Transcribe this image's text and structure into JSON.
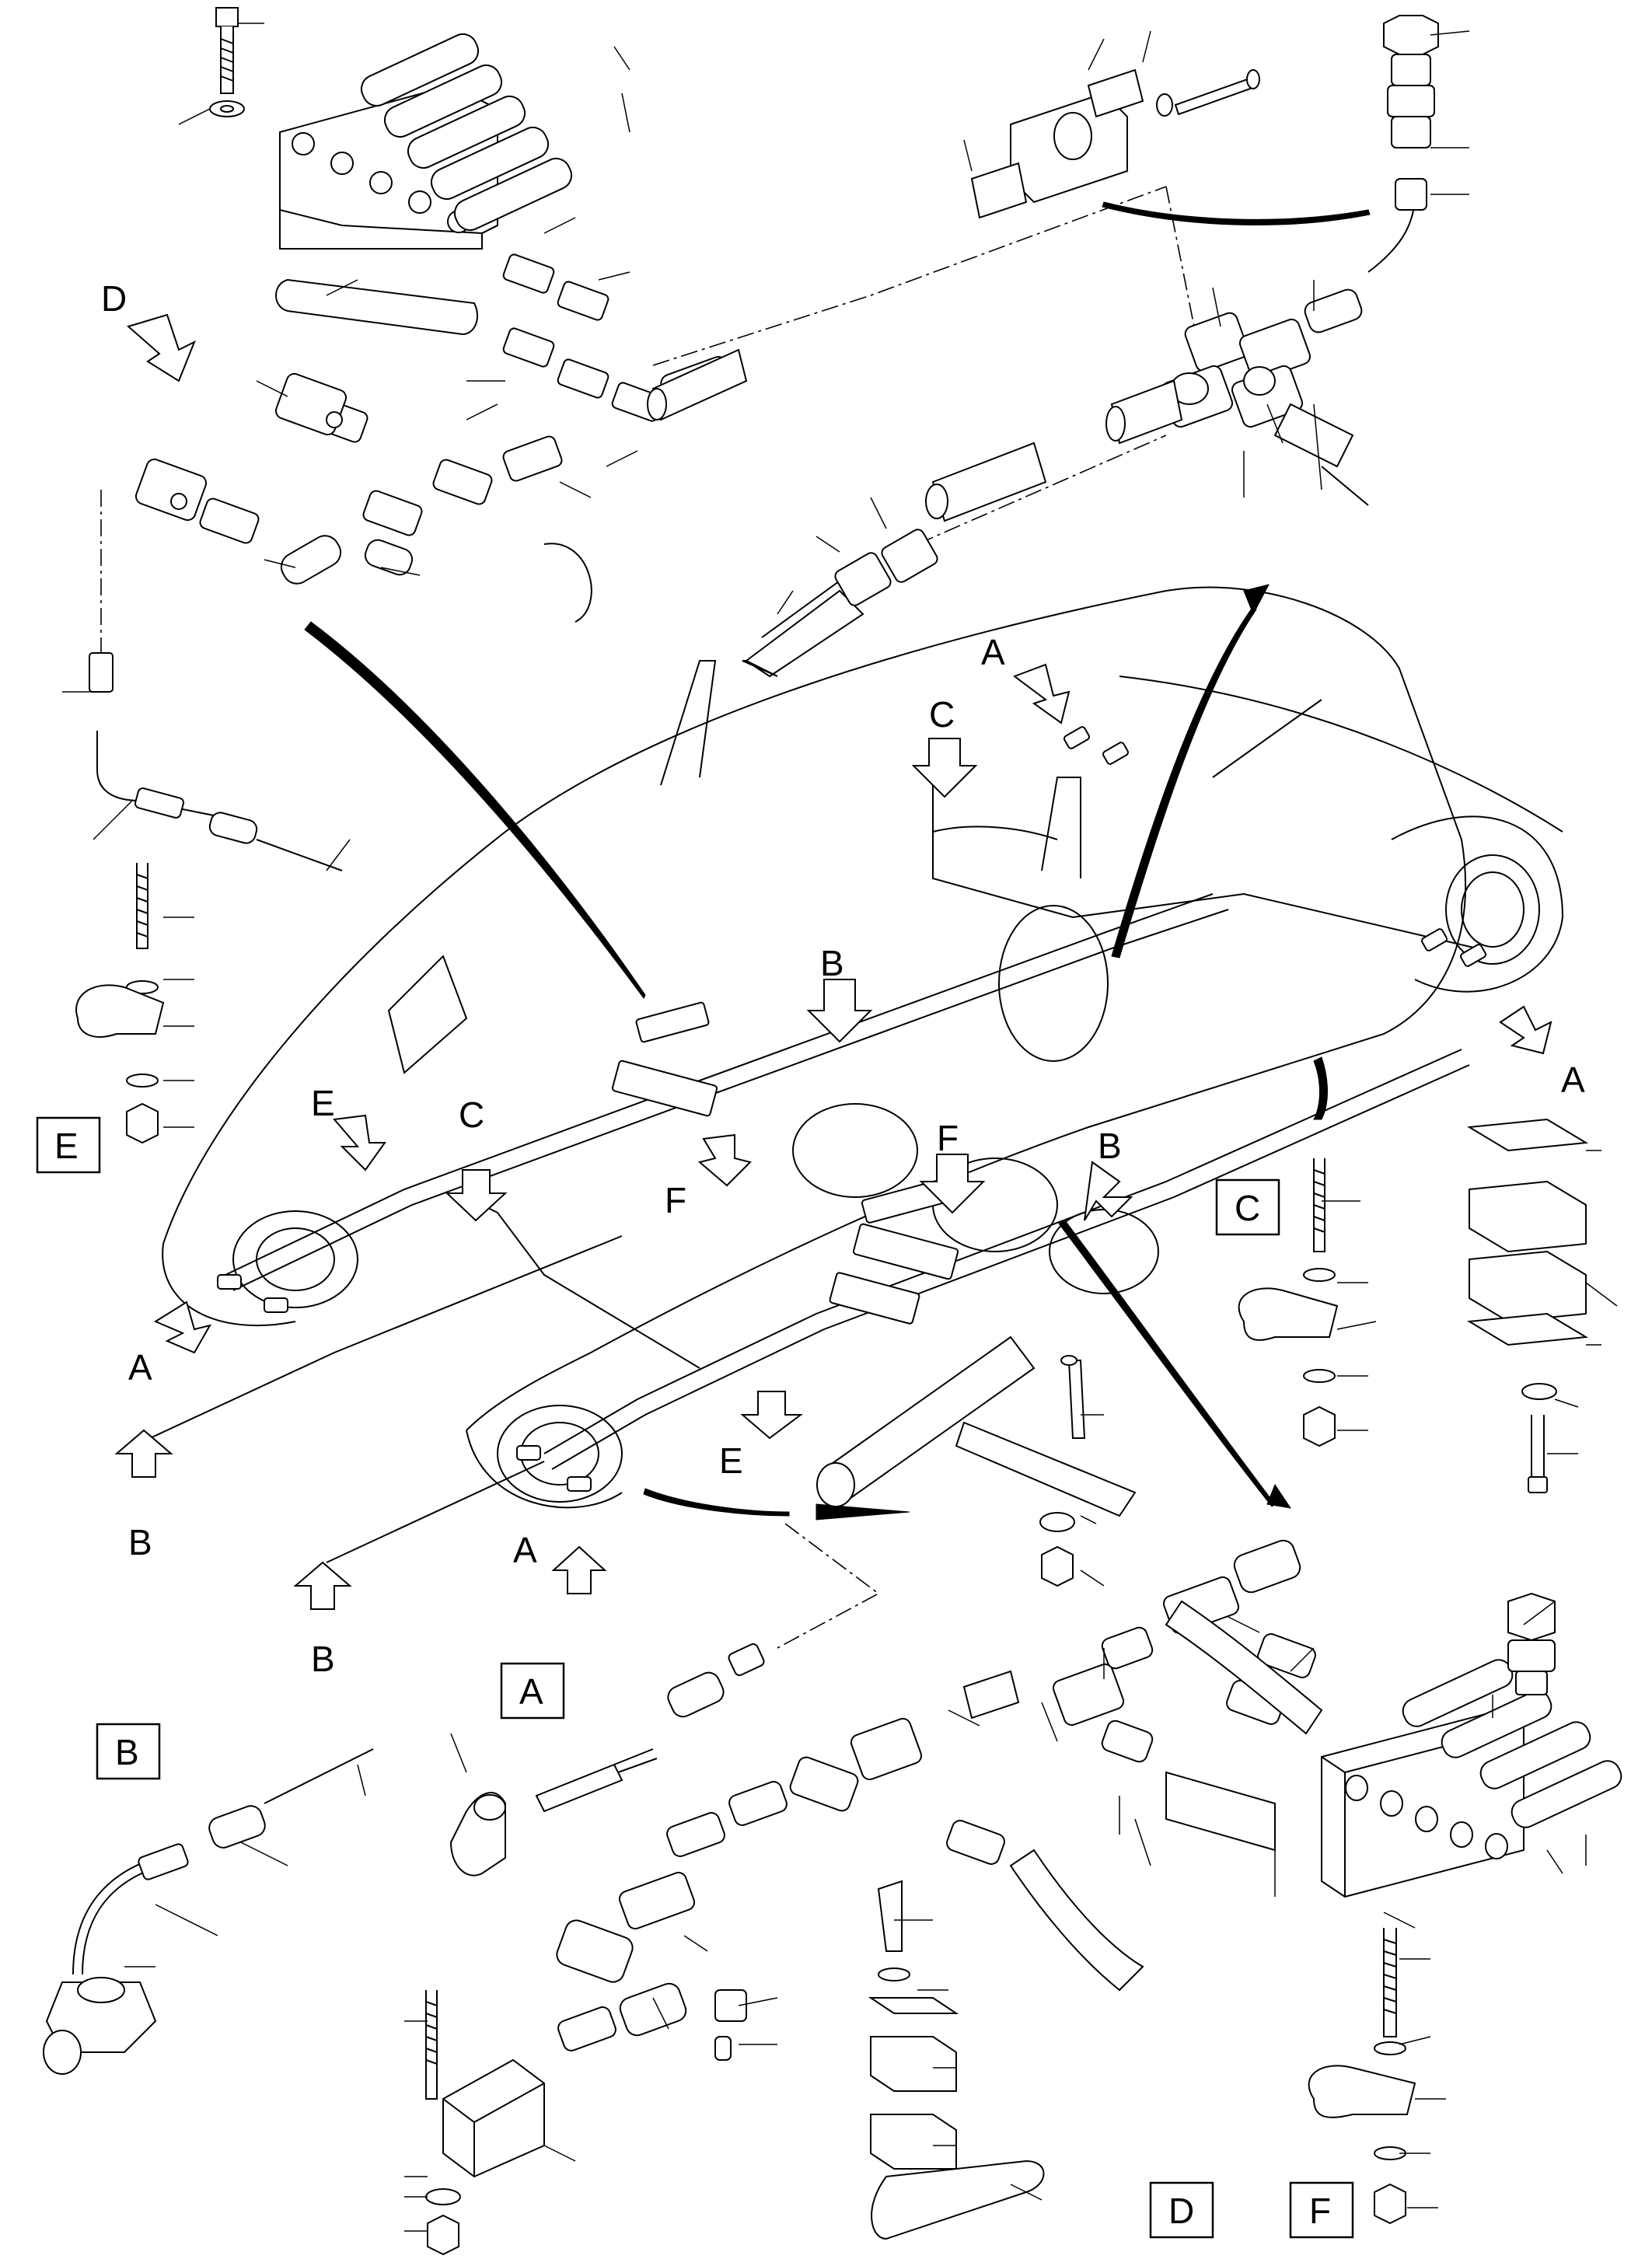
{
  "diagram": {
    "view_labels": [
      "A",
      "B",
      "C",
      "D",
      "E",
      "F"
    ],
    "callouts": {
      "d_top": "D",
      "a_top": "A",
      "c_top": "C",
      "b_upper": "B",
      "f_center": "F",
      "b_right": "B",
      "a_right": "A",
      "e_left": "E",
      "c_left": "C",
      "f_left": "F",
      "a_left": "A",
      "b_left": "B",
      "e_lower": "E",
      "a_lower": "A",
      "b_lower": "B"
    },
    "detail_boxes": {
      "e": "E",
      "c": "C",
      "a": "A",
      "b": "B",
      "d": "D",
      "f": "F"
    },
    "colors": {
      "line": "#000000",
      "fill": "#ffffff"
    }
  }
}
